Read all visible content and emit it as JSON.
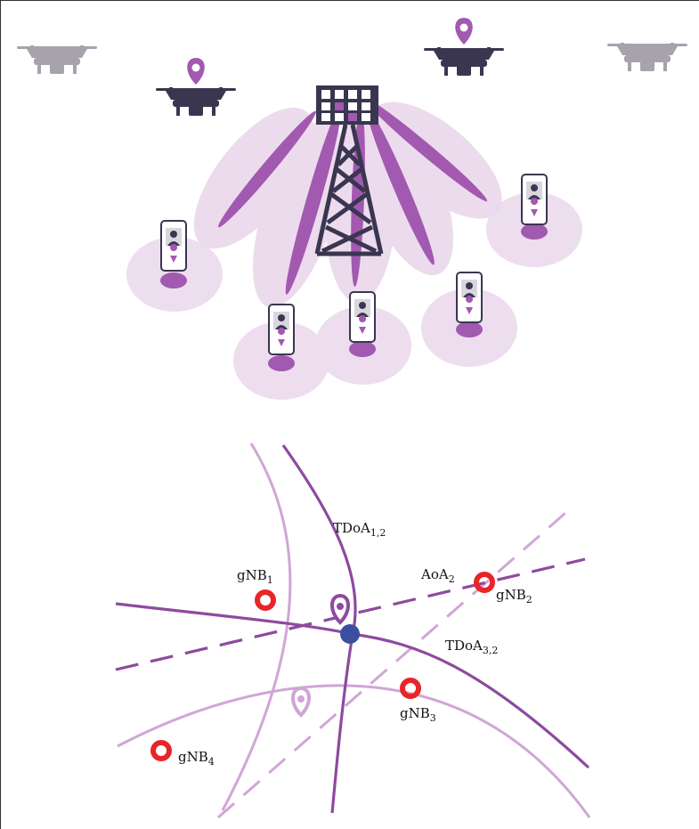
{
  "colors": {
    "purple_dark": "#8e4a9f",
    "purple_mid": "#a259b0",
    "purple_light": "#d0a6d6",
    "halo": "#ead8ec",
    "tower": "#3a3650",
    "drone_dark": "#3a3650",
    "drone_grey": "#a6a3ad",
    "gnb_red": "#e8252a",
    "estimate_blue": "#3b4fa0"
  },
  "labels": {
    "gnb1": {
      "base": "gNB",
      "sub": "1"
    },
    "gnb2": {
      "base": "gNB",
      "sub": "2"
    },
    "gnb3": {
      "base": "gNB",
      "sub": "3"
    },
    "gnb4": {
      "base": "gNB",
      "sub": "4"
    },
    "tdoa12": {
      "base": "TDoA",
      "sub": "1,2"
    },
    "tdoa32": {
      "base": "TDoA",
      "sub": "3,2"
    },
    "aoa2": {
      "base": "AoA",
      "sub": "2"
    }
  },
  "icons": {
    "tower": "cell-tower-icon",
    "drone": "drone-icon",
    "phone": "smartphone-icon",
    "pin": "location-pin-icon",
    "gnb": "base-station-ring-icon"
  }
}
